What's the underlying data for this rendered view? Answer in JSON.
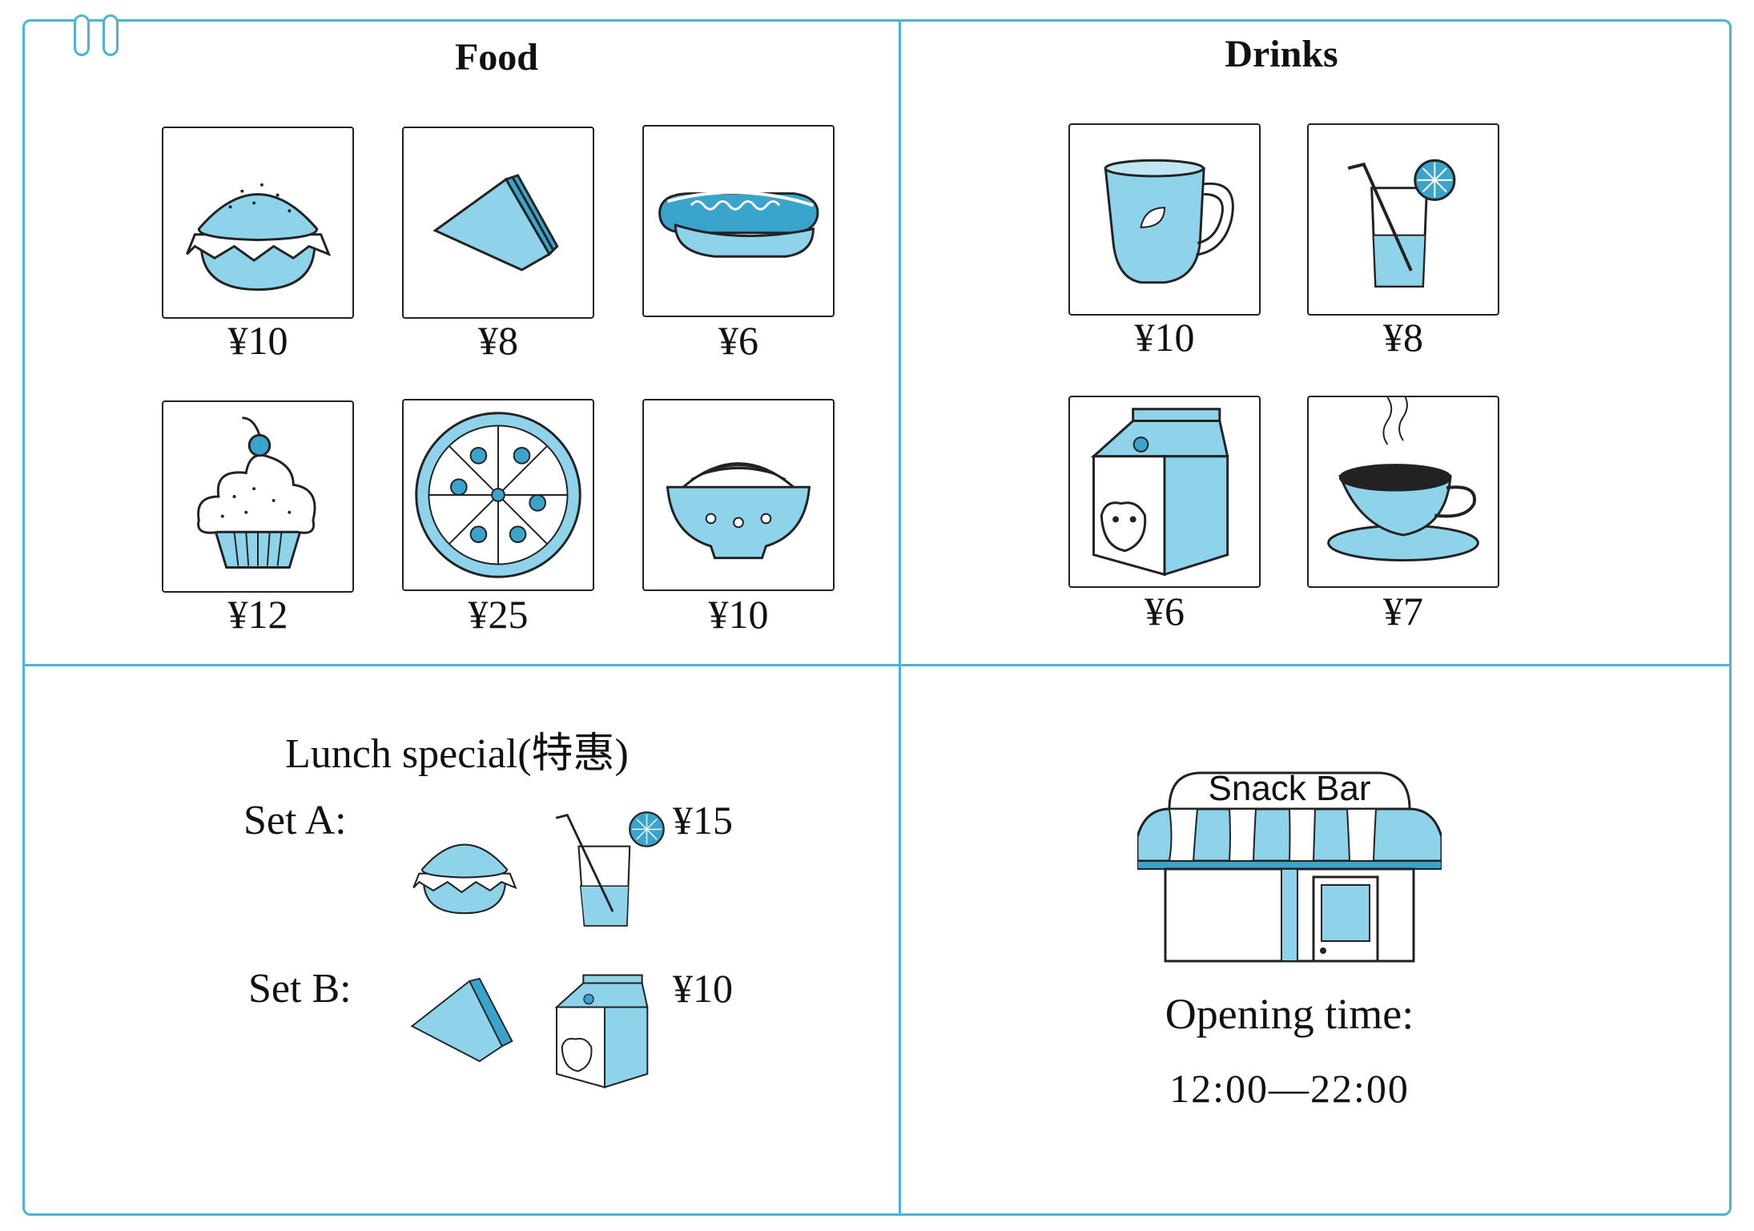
{
  "food": {
    "title": "Food",
    "items": [
      {
        "icon": "hamburger-icon",
        "price": "¥10"
      },
      {
        "icon": "sandwich-icon",
        "price": "¥8"
      },
      {
        "icon": "hotdog-icon",
        "price": "¥6"
      },
      {
        "icon": "cupcake-icon",
        "price": "¥12"
      },
      {
        "icon": "pizza-icon",
        "price": "¥25"
      },
      {
        "icon": "noodles-icon",
        "price": "¥10"
      }
    ]
  },
  "drinks": {
    "title": "Drinks",
    "items": [
      {
        "icon": "tea-mug-icon",
        "price": "¥10"
      },
      {
        "icon": "lemonade-icon",
        "price": "¥8"
      },
      {
        "icon": "milk-carton-icon",
        "price": "¥6"
      },
      {
        "icon": "coffee-cup-icon",
        "price": "¥7"
      }
    ]
  },
  "lunch": {
    "title": "Lunch special(特惠)",
    "set_a": {
      "label": "Set A:",
      "price": "¥15"
    },
    "set_b": {
      "label": "Set B:",
      "price": "¥10"
    }
  },
  "shop": {
    "sign": "Snack Bar",
    "opening_label": "Opening time:",
    "opening_hours": "12:00—22:00"
  },
  "colors": {
    "accent": "#4cb4d6",
    "fill": "#8fd3ea",
    "dark_fill": "#3aa4cc"
  }
}
